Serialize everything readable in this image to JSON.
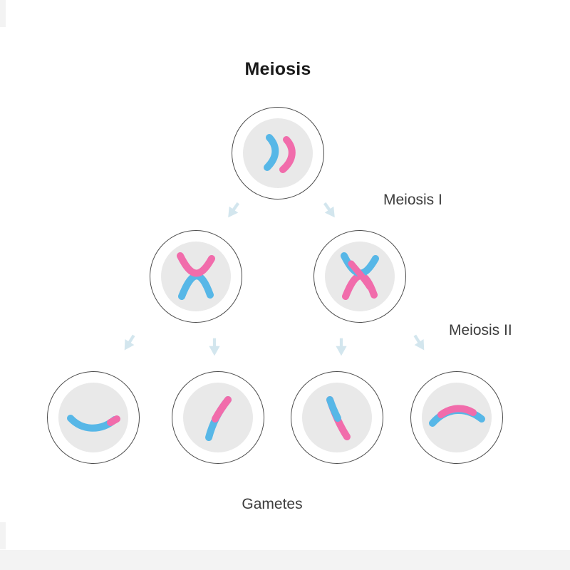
{
  "diagram": {
    "title": "Meiosis",
    "labels": {
      "meiosis1": "Meiosis I",
      "meiosis2": "Meiosis II",
      "gametes": "Gametes"
    },
    "colors": {
      "blue": "#57b7e7",
      "pink": "#f16cab",
      "cytoplasm": "#e9e9e9",
      "membrane": "#4d4d4d",
      "arrow": "#d3e6ee",
      "watermark": "#f3f3f3"
    }
  }
}
